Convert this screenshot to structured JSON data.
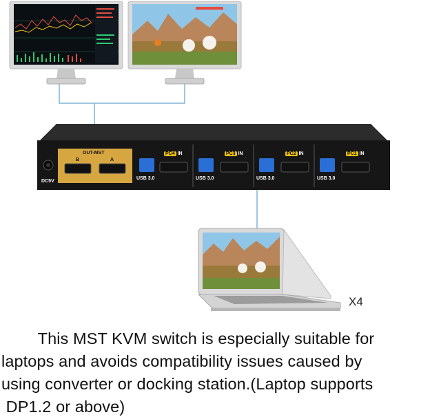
{
  "device": {
    "power_label": "DC5V",
    "output_label": "OUT-MST",
    "output_ports": [
      "B",
      "A"
    ],
    "inputs": [
      {
        "badge": "PC4",
        "suffix": "IN",
        "usb": "USB 3.0"
      },
      {
        "badge": "PC3",
        "suffix": "IN",
        "usb": "USB 3.0"
      },
      {
        "badge": "PC2",
        "suffix": "IN",
        "usb": "USB 3.0"
      },
      {
        "badge": "PC1",
        "suffix": "IN",
        "usb": "USB 3.0"
      }
    ]
  },
  "multiplier": "X4",
  "caption": {
    "line1": "        This MST KVM switch is especially suitable for",
    "line2": "laptops and avoids compatibility issues caused by",
    "line3": "using converter or docking station.(Laptop supports",
    "line4": " DP1.2 or above)"
  },
  "colors": {
    "device_body": "#1b1b1b",
    "output_panel": "#d6a640",
    "cable": "#7fb3d5",
    "usb_port": "#2a6fd6"
  }
}
